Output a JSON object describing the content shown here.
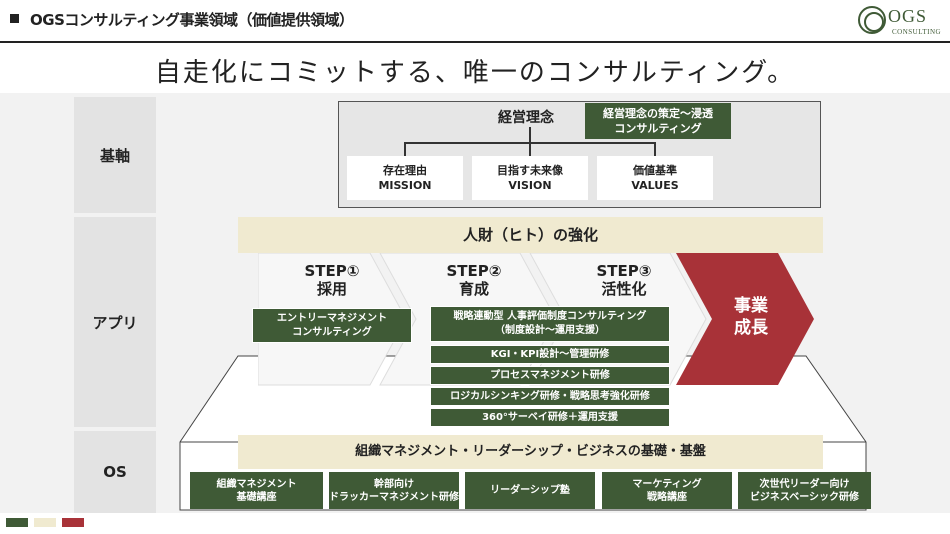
{
  "header": {
    "title": "OGSコンサルティング事業領域（価値提供領域）"
  },
  "logo": {
    "text": "OGS",
    "sub": "CONSULTING"
  },
  "headline": "自走化にコミットする、唯一のコンサルティング。",
  "side_labels": {
    "base": "基軸",
    "app": "アプリ",
    "os": "OS"
  },
  "philosophy": {
    "title": "経営理念",
    "badge": "経営理念の策定～浸透\nコンサルティング",
    "cards": [
      {
        "top": "存在理由",
        "bottom": "MISSION"
      },
      {
        "top": "目指す未来像",
        "bottom": "VISION"
      },
      {
        "top": "価値基準",
        "bottom": "VALUES"
      }
    ]
  },
  "app": {
    "bar": "人財（ヒト）の強化",
    "steps": [
      {
        "step": "STEP①",
        "name": "採用"
      },
      {
        "step": "STEP②",
        "name": "育成"
      },
      {
        "step": "STEP③",
        "name": "活性化"
      }
    ],
    "growth": "事業\n成長",
    "recruit_box": "エントリーマネジメント\nコンサルティング",
    "dev_main": "戦略連動型 人事評価制度コンサルティング\n（制度設計～運用支援）",
    "dev_items": [
      "KGI・KPI設計～管理研修",
      "プロセスマネジメント研修",
      "ロジカルシンキング研修・戦略思考強化研修",
      "360°サーベイ研修＋運用支援"
    ]
  },
  "os": {
    "bar": "組織マネジメント・リーダーシップ・ビジネスの基礎・基盤",
    "cards": [
      "組織マネジメント\n基礎講座",
      "幹部向け\nドラッカーマネジメント研修",
      "リーダーシップ塾",
      "マーケティング\n戦略講座",
      "次世代リーダー向け\nビジネスベーシック研修"
    ]
  },
  "colors": {
    "green": "#3f5a36",
    "beige": "#f0ead0",
    "red": "#a83238"
  }
}
